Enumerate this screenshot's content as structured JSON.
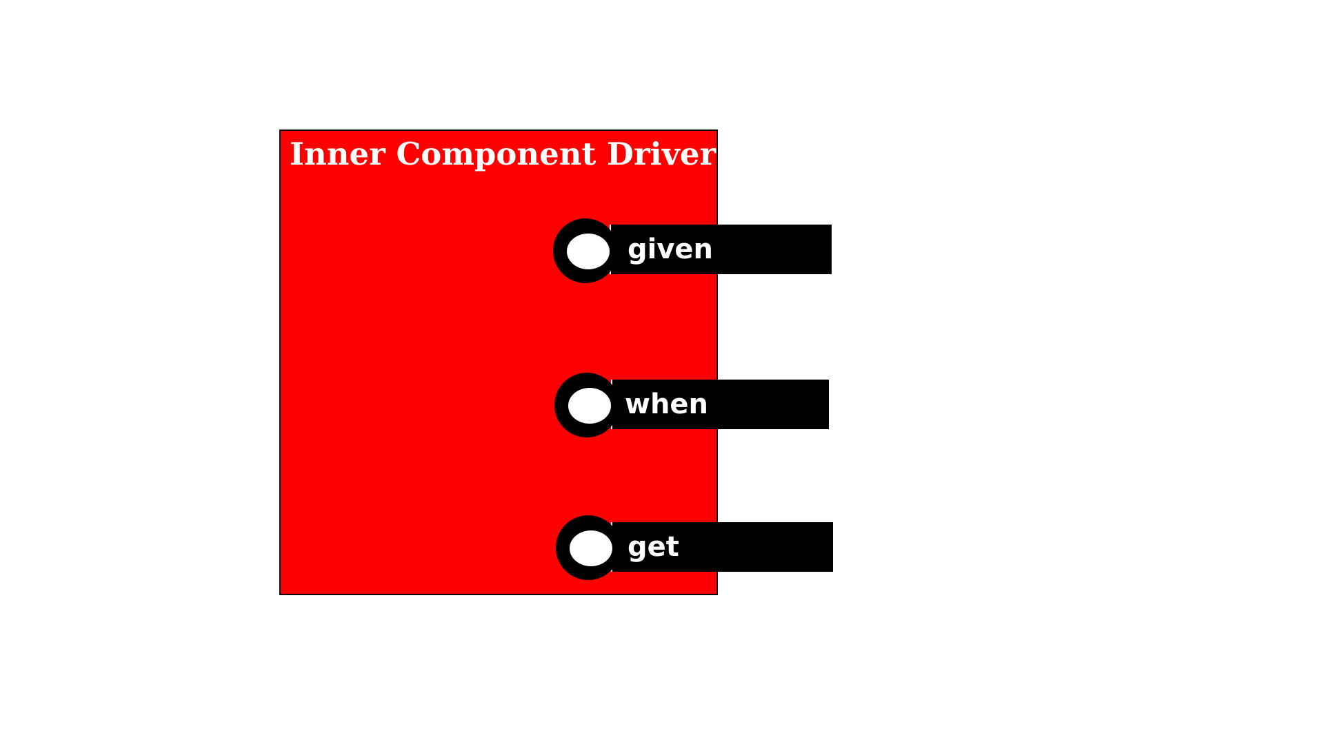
{
  "diagram": {
    "title": "Inner Component Driver",
    "box_color": "#ff0000",
    "box_border_color": "#000000",
    "title_color": "#ffffff",
    "port_color": "#000000",
    "port_label_color": "#ffffff",
    "ports": [
      {
        "label": "given",
        "icon": "port-ring-icon"
      },
      {
        "label": "when",
        "icon": "port-ring-icon"
      },
      {
        "label": "get",
        "icon": "port-ring-icon"
      }
    ]
  }
}
